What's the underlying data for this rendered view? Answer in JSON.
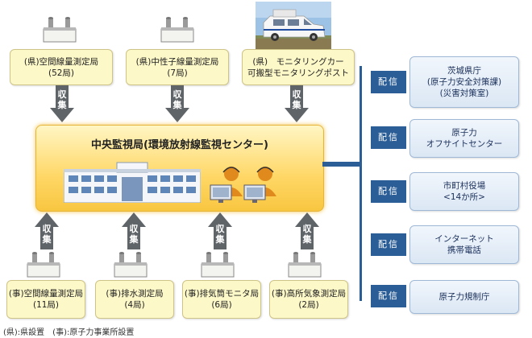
{
  "top_stations": [
    {
      "line1": "(県)空間線量測定局",
      "line2": "(52局)"
    },
    {
      "line1": "(県)中性子線量測定局",
      "line2": "(7局)"
    },
    {
      "line1": "(県)　モニタリングカー",
      "line2": "可搬型モニタリングポスト"
    }
  ],
  "bottom_stations": [
    {
      "line1": "(事)空間線量測定局",
      "line2": "(11局)"
    },
    {
      "line1": "(事)排水測定局",
      "line2": "(4局)"
    },
    {
      "line1": "(事)排気筒モニタ局",
      "line2": "(6局)"
    },
    {
      "line1": "(事)高所気象測定局",
      "line2": "(2局)"
    }
  ],
  "collect_label_top": "収",
  "collect_label_bottom": "集",
  "central_title": "中央監視局(環境放射線監視センター)",
  "distribute_label": "配信",
  "recipients": [
    {
      "line1": "茨城県庁",
      "line2": "(原子力安全対策課)",
      "line3": "(災害対策室)"
    },
    {
      "line1": "原子力",
      "line2": "オフサイトセンター",
      "line3": ""
    },
    {
      "line1": "市町村役場",
      "line2": "<14か所>",
      "line3": ""
    },
    {
      "line1": "インターネット",
      "line2": "携帯電話",
      "line3": ""
    },
    {
      "line1": "原子力規制庁",
      "line2": "",
      "line3": ""
    }
  ],
  "footnote": "(県):県設置　(事):原子力事業所設置",
  "colors": {
    "station_fill": "#fdf8c8",
    "arrow": "#5f6468",
    "distribute": "#2b5e96",
    "central": "#ffd766"
  }
}
